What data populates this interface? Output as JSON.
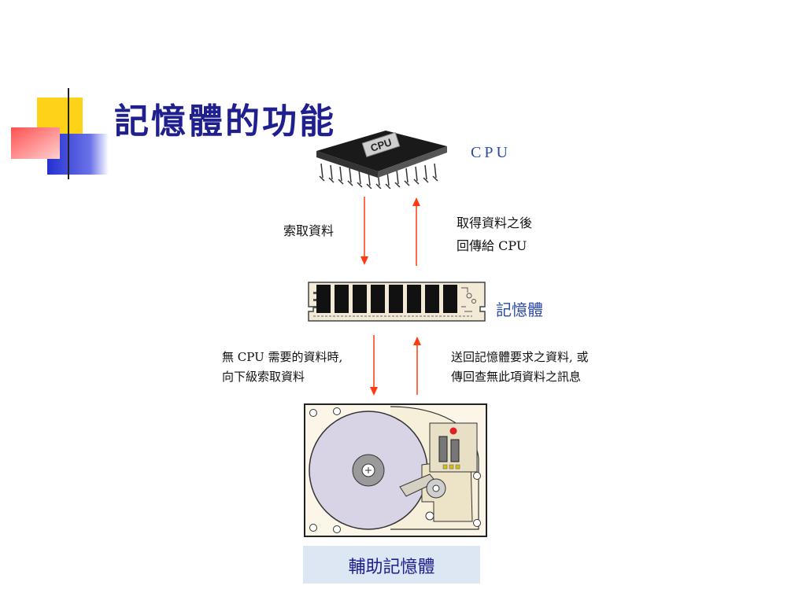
{
  "slide": {
    "title": "記憶體的功能",
    "accent_colors": {
      "yellow": "#ffd21a",
      "red": "#ff5a5a",
      "blue": "#2f3bd6",
      "title": "#1f1f8f",
      "arrow": "#ff3a10"
    }
  },
  "diagram": {
    "cpu_label": "CPU",
    "memory_label": "記憶體",
    "storage_label": "輔助記憶體",
    "cpu_to_memory": {
      "request": "索取資料",
      "return_line1": "取得資料之後",
      "return_line2": "回傳給 CPU"
    },
    "memory_to_storage": {
      "request_line1": "無 CPU 需要的資料時,",
      "request_line2": "向下級索取資料",
      "return_line1": "送回記憶體要求之資料, 或",
      "return_line2": "傳回查無此項資料之訊息"
    }
  }
}
